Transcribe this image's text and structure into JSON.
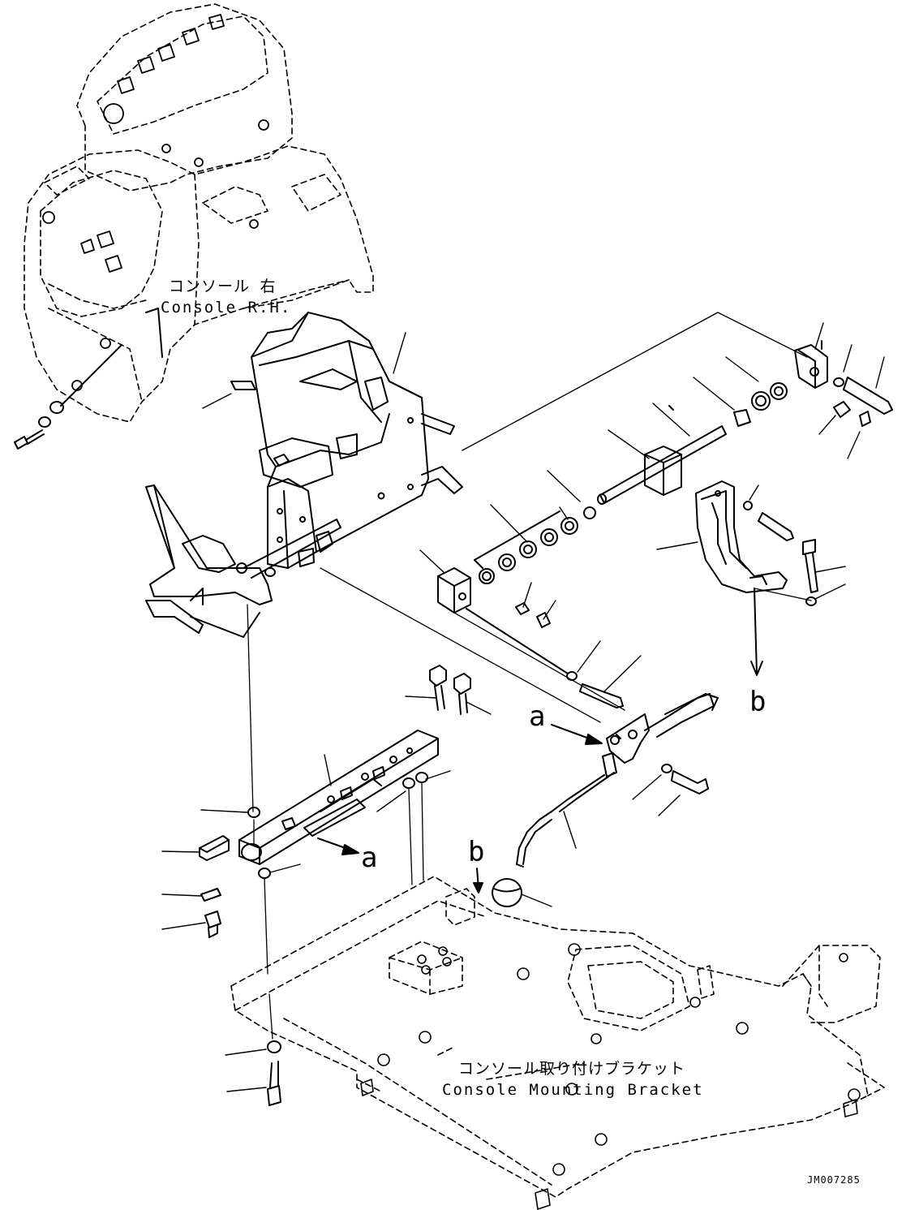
{
  "labels": {
    "console_rh_jp": "コンソール 右",
    "console_rh_en": "Console R.H.",
    "bracket_jp": "コンソール取り付けブラケット",
    "bracket_en": "Console Mounting Bracket",
    "ref_a_upper": "a",
    "ref_a_lower": "a",
    "ref_b_right": "b",
    "ref_b_lower": "b",
    "drawing_code": "JM007285"
  },
  "colors": {
    "line": "#000000",
    "background": "#ffffff"
  }
}
